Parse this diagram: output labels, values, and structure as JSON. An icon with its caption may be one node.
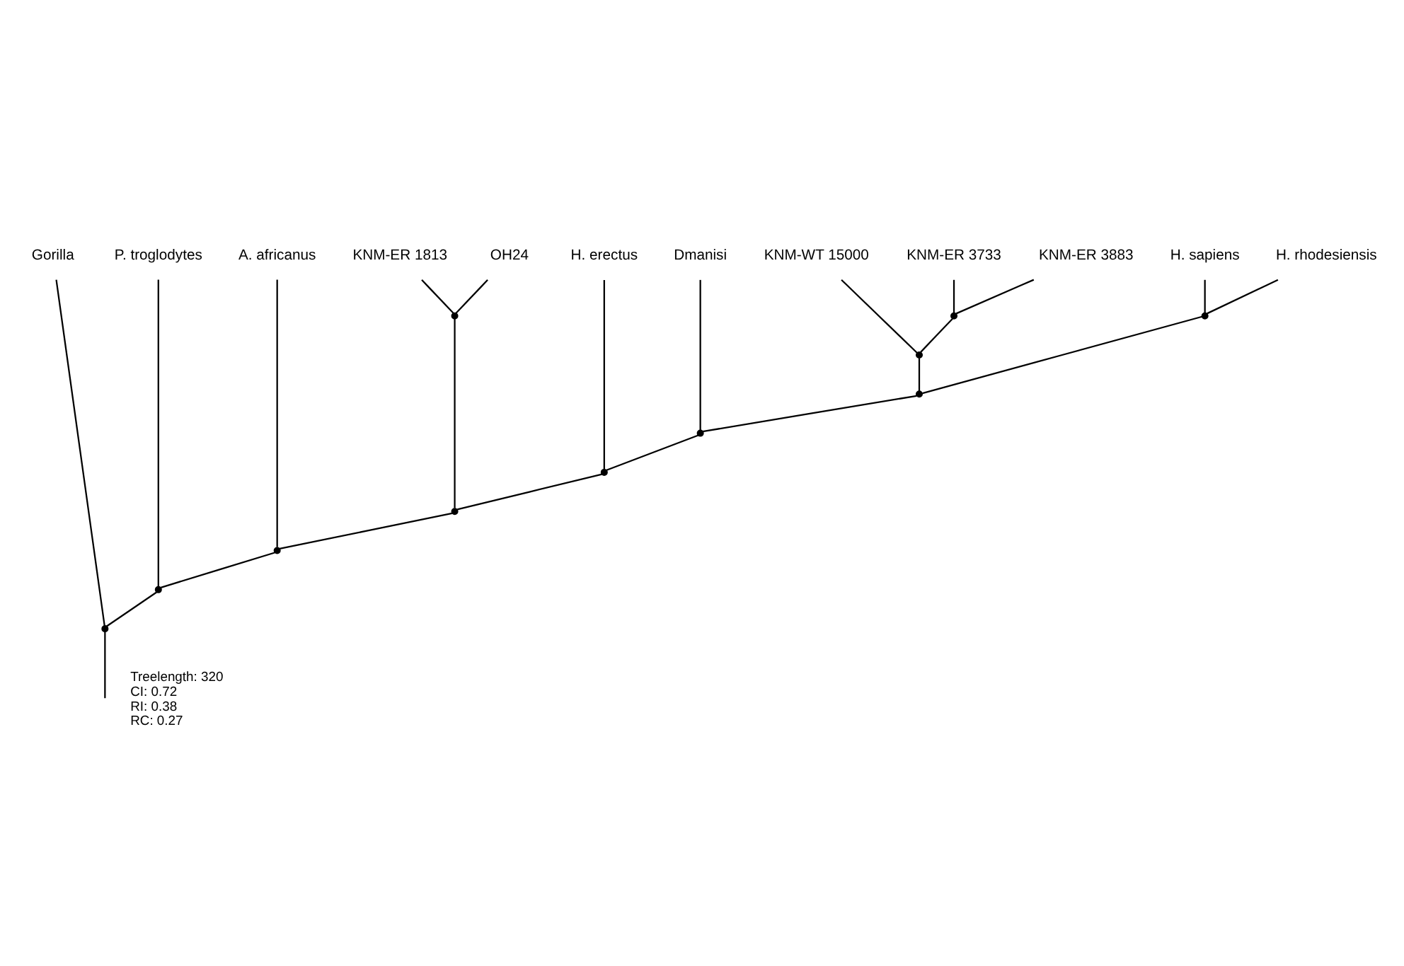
{
  "diagram": {
    "nodes": [
      {
        "text": [
          "Gorilla"
        ]
      },
      {
        "text": [
          "P. troglodytes"
        ]
      },
      {
        "text": [
          "A. africanus"
        ]
      },
      {
        "text": [
          "KNM-ER 1813"
        ]
      },
      {
        "text": [
          "OH24"
        ]
      },
      {
        "text": [
          "H. erectus"
        ]
      },
      {
        "text": [
          "Dmanisi"
        ]
      },
      {
        "text": [
          "KNM-WT 15000"
        ]
      },
      {
        "text": [
          "KNM-ER 3733"
        ]
      },
      {
        "text": [
          "KNM-ER 3883"
        ]
      },
      {
        "text": [
          "H. sapiens"
        ]
      },
      {
        "text": [
          "H. rhodesiensis"
        ]
      },
      {
        "text": [],
        "shape": "point"
      },
      {
        "text": [],
        "shape": "point"
      },
      {
        "text": [],
        "shape": "point"
      },
      {
        "text": [],
        "shape": "point"
      },
      {
        "text": [],
        "shape": "point"
      },
      {
        "text": [],
        "shape": "point"
      },
      {
        "text": [],
        "shape": "point"
      },
      {
        "text": [],
        "shape": "point"
      },
      {
        "text": [],
        "shape": "point"
      },
      {
        "text": [],
        "shape": "point"
      },
      {
        "text": [],
        "shape": "point"
      }
    ],
    "edges": [
      {
        "from": null,
        "to": 13,
        "arrow": "none"
      },
      {
        "from": 13,
        "to": 0,
        "arrow": "none"
      },
      {
        "from": 13,
        "to": 14,
        "arrow": "none"
      },
      {
        "from": 14,
        "to": 1,
        "arrow": "none"
      },
      {
        "from": 14,
        "to": 15,
        "arrow": "none"
      },
      {
        "from": 15,
        "to": 2,
        "arrow": "none"
      },
      {
        "from": 15,
        "to": 16,
        "arrow": "none"
      },
      {
        "from": 16,
        "to": 12,
        "arrow": "none"
      },
      {
        "from": 16,
        "to": 18,
        "arrow": "none"
      },
      {
        "from": 12,
        "to": 3,
        "arrow": "none"
      },
      {
        "from": 12,
        "to": 4,
        "arrow": "none"
      },
      {
        "from": 18,
        "to": 5,
        "arrow": "none"
      },
      {
        "from": 18,
        "to": 20,
        "arrow": "none"
      },
      {
        "from": 20,
        "to": 6,
        "arrow": "none"
      },
      {
        "from": 20,
        "to": 21,
        "arrow": "none"
      },
      {
        "from": 21,
        "to": 17,
        "arrow": "none"
      },
      {
        "from": 21,
        "to": 22,
        "arrow": "none"
      },
      {
        "from": 17,
        "to": 7,
        "arrow": "none"
      },
      {
        "from": 17,
        "to": 19,
        "arrow": "none"
      },
      {
        "from": 19,
        "to": 8,
        "arrow": "none"
      },
      {
        "from": 19,
        "to": 9,
        "arrow": "none"
      },
      {
        "from": 22,
        "to": 10,
        "arrow": "none"
      },
      {
        "from": 22,
        "to": 11,
        "arrow": "none"
      }
    ],
    "labels": [
      "Treelength: 320",
      "CI: 0.72",
      "RI: 0.38",
      "RC: 0.27"
    ]
  }
}
